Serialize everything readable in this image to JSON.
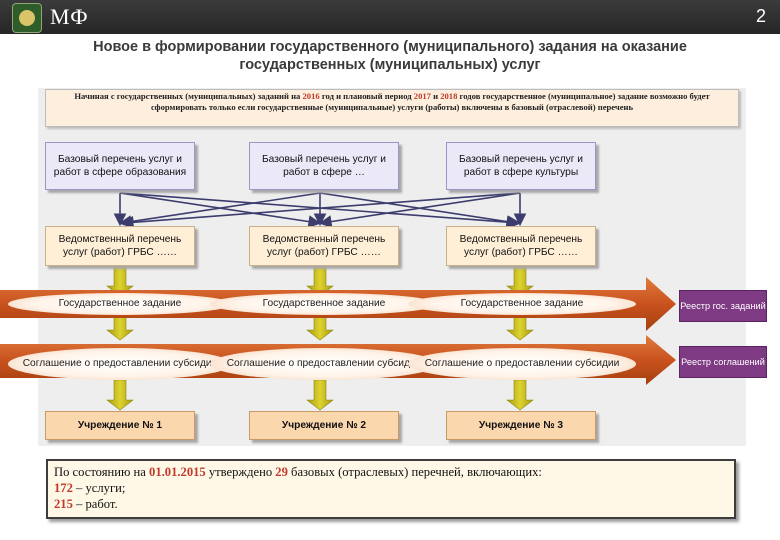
{
  "header": {
    "logo_text": "МФ",
    "page_number": "2"
  },
  "title": {
    "line1": "Новое в формировании государственного (муниципального) задания на оказание",
    "line2": "государственных (муниципальных) услуг"
  },
  "notice": {
    "part1": "Начиная с государственных (муниципальных) заданий на ",
    "year1": "2016",
    "part2": " год и плановый период ",
    "year2": "2017",
    "part3": " и ",
    "year3": "2018",
    "part4": " годов государственное (муниципальное) задание возможно будет сформировать только если государственные (муниципальные) услуги (работы) включены в базовый (отраслевой) перечень"
  },
  "base_lists": [
    "Базовый перечень услуг и работ в сфере образования",
    "Базовый перечень услуг и работ в сфере …",
    "Базовый перечень услуг и работ в сфере культуры"
  ],
  "dept_lists": [
    "Ведомственный перечень услуг (работ) ГРБС ……",
    "Ведомственный перечень услуг (работ) ГРБС ……",
    "Ведомственный перечень услуг (работ) ГРБС ……"
  ],
  "state_task": [
    "Государственное задание",
    "Государственное задание",
    "Государственное задание"
  ],
  "agreements": [
    "Соглашение о предоставлении субсидии",
    "Соглашение о предоставлении субсидии",
    "Соглашение о предоставлении субсидии"
  ],
  "registries": {
    "tasks": "Реестр гос. заданий",
    "agreements": "Реестр соглашений"
  },
  "institutions": [
    "Учреждение № 1",
    "Учреждение № 2",
    "Учреждение № 3"
  ],
  "summary": {
    "p1": "По состоянию на ",
    "date": "01.01.2015",
    "p2": " утверждено ",
    "count": "29",
    "p3": " базовых (отраслевых) перечней, включающих:",
    "services_count": "172",
    "services_text": " – услуги;",
    "works_count": "215",
    "works_text": " – работ."
  },
  "colors": {
    "band_arrow": "#c9521e",
    "down_arrow": "#c8bf1b",
    "registry": "#7e3a82",
    "connector": "#3c3c6e"
  }
}
